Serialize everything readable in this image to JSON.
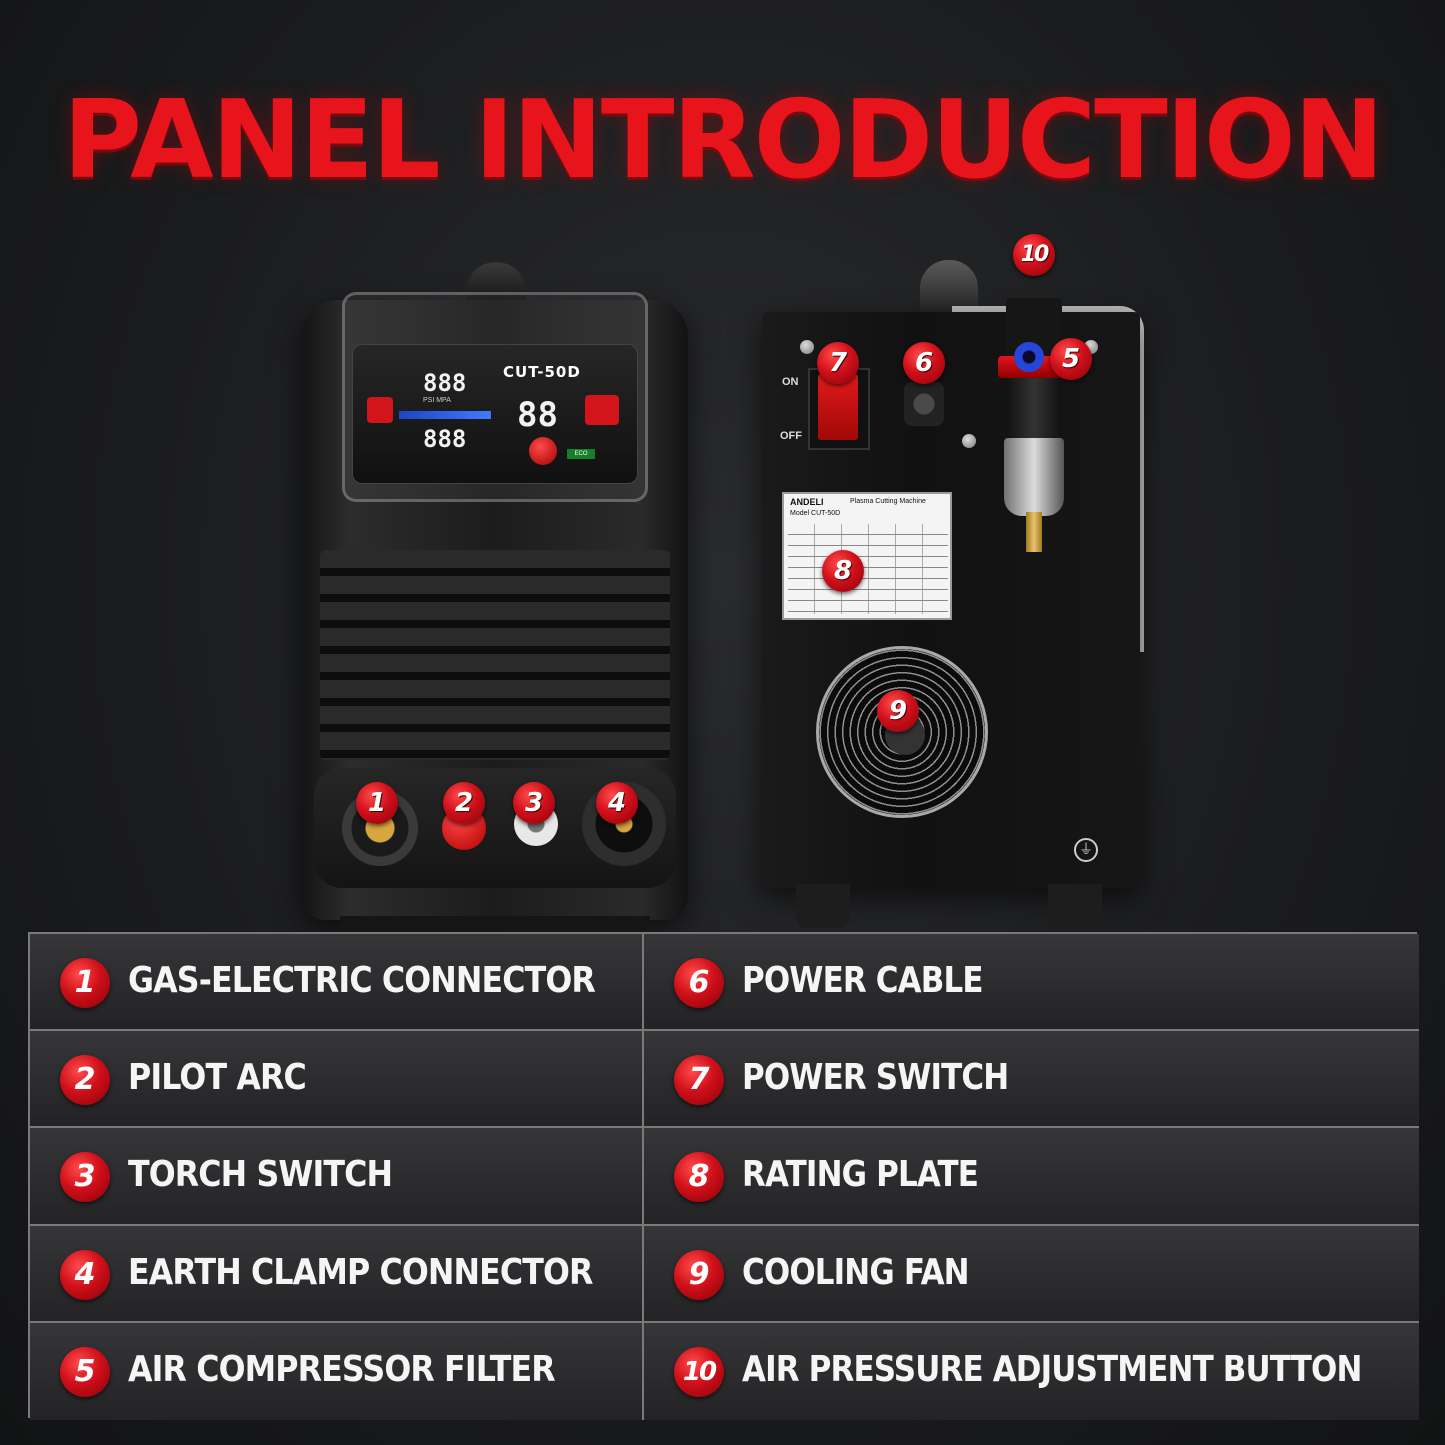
{
  "title": "PANEL INTRODUCTION",
  "front_panel": {
    "model": "CUT-50D",
    "display_top": "888",
    "display_mid": "88",
    "display_bottom": "888",
    "psi_mpa": "PSI  MPA",
    "eco": "ECO"
  },
  "back_panel": {
    "switch_on": "ON",
    "switch_off": "OFF",
    "plate_brand": "ANDELI",
    "plate_type": "Plasma Cutting Machine",
    "plate_model": "Model CUT-50D"
  },
  "callouts": [
    "1",
    "2",
    "3",
    "4",
    "5",
    "6",
    "7",
    "8",
    "9",
    "10"
  ],
  "legend": [
    {
      "num": "1",
      "label": "GAS-ELECTRIC CONNECTOR"
    },
    {
      "num": "6",
      "label": "POWER CABLE"
    },
    {
      "num": "2",
      "label": "PILOT ARC"
    },
    {
      "num": "7",
      "label": "POWER SWITCH"
    },
    {
      "num": "3",
      "label": "TORCH SWITCH"
    },
    {
      "num": "8",
      "label": "RATING PLATE"
    },
    {
      "num": "4",
      "label": "EARTH CLAMP CONNECTOR"
    },
    {
      "num": "9",
      "label": "COOLING FAN"
    },
    {
      "num": "5",
      "label": "AIR COMPRESSOR FILTER"
    },
    {
      "num": "10",
      "label": "AIR PRESSURE ADJUSTMENT BUTTON"
    }
  ],
  "colors": {
    "accent_red": "#e8141b",
    "background": "#1a1b1d",
    "table_border": "#7a7a7a"
  }
}
